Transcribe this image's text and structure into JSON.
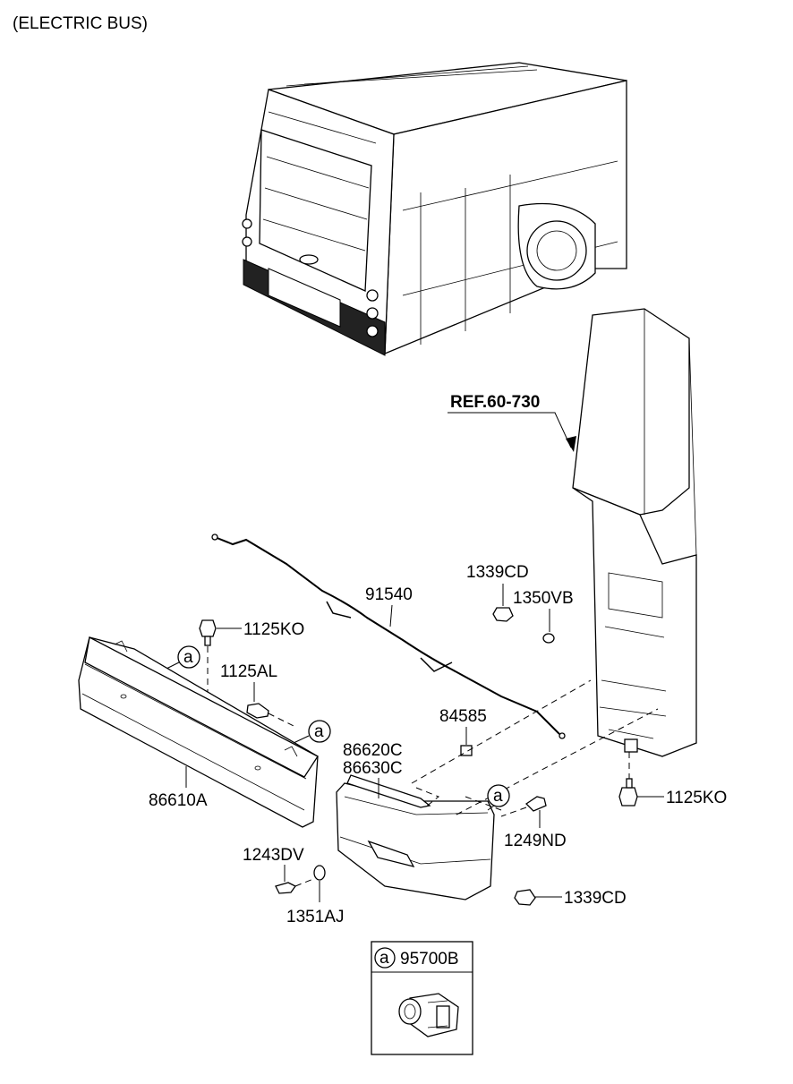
{
  "header": {
    "title": "(ELECTRIC BUS)"
  },
  "reference": {
    "label": "REF.60-730"
  },
  "parts": {
    "p91540": "91540",
    "p1339cd_top": "1339CD",
    "p1350vb": "1350VB",
    "p1125ko_left": "1125KO",
    "p1125al": "1125AL",
    "p84585": "84585",
    "p86620c": "86620C",
    "p86630c": "86630C",
    "p86610a": "86610A",
    "p1125ko_right": "1125KO",
    "p1249nd": "1249ND",
    "p1243dv": "1243DV",
    "p1351aj": "1351AJ",
    "p1339cd_bottom": "1339CD"
  },
  "callouts": {
    "a1": "a",
    "a2": "a",
    "a3": "a"
  },
  "legend": {
    "circle": "a",
    "part": "95700B"
  }
}
